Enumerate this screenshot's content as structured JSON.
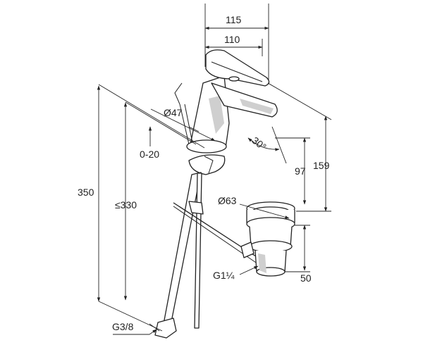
{
  "dimensions": {
    "overall_length": "115",
    "spout_length": "110",
    "spout_diameter": "Ø47",
    "lift_range": "0-20",
    "spout_angle": "30°",
    "spout_height": "97",
    "total_height": "159",
    "drain_diameter": "Ø63",
    "max_rod_length": "≤330",
    "connection_length": "350",
    "drain_thread": "G1¼",
    "drain_depth": "50",
    "supply_thread": "G3/8"
  }
}
